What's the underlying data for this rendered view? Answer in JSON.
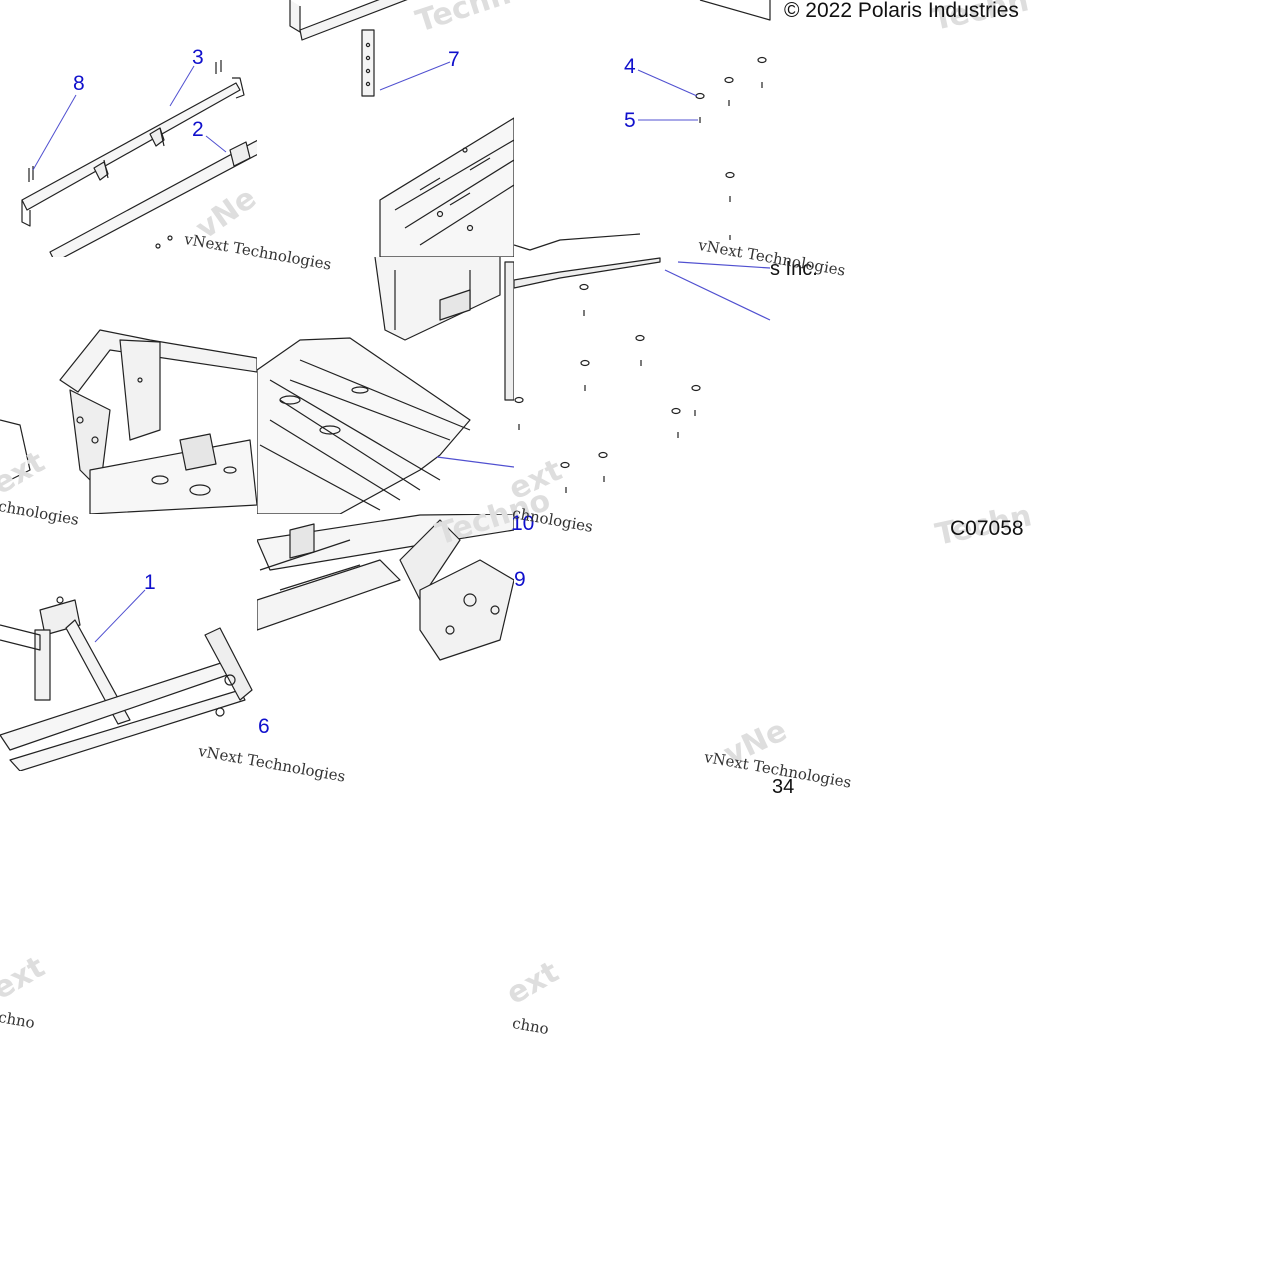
{
  "copyright": "© 2022 Polaris Industries",
  "copyright_fragment": "s Inc.",
  "diagram_code": "C07058",
  "page_fragment": "34",
  "watermark": {
    "company": "vNext Technologies",
    "fragment_a": "Techno",
    "fragment_b": "Techn",
    "fragment_c": "chnologies",
    "fragment_d": "vNe",
    "fragment_e": "ext",
    "fragment_f": "chno",
    "fragment_g": "Tec",
    "fragment_h": "vNext"
  },
  "callout_color": "#1010cc",
  "leader_color": "#5050d0",
  "callouts": [
    {
      "label": "1"
    },
    {
      "label": "2"
    },
    {
      "label": "3"
    },
    {
      "label": "4"
    },
    {
      "label": "5"
    },
    {
      "label": "6"
    },
    {
      "label": "7"
    },
    {
      "label": "8"
    },
    {
      "label": "9"
    },
    {
      "label": "10"
    }
  ]
}
